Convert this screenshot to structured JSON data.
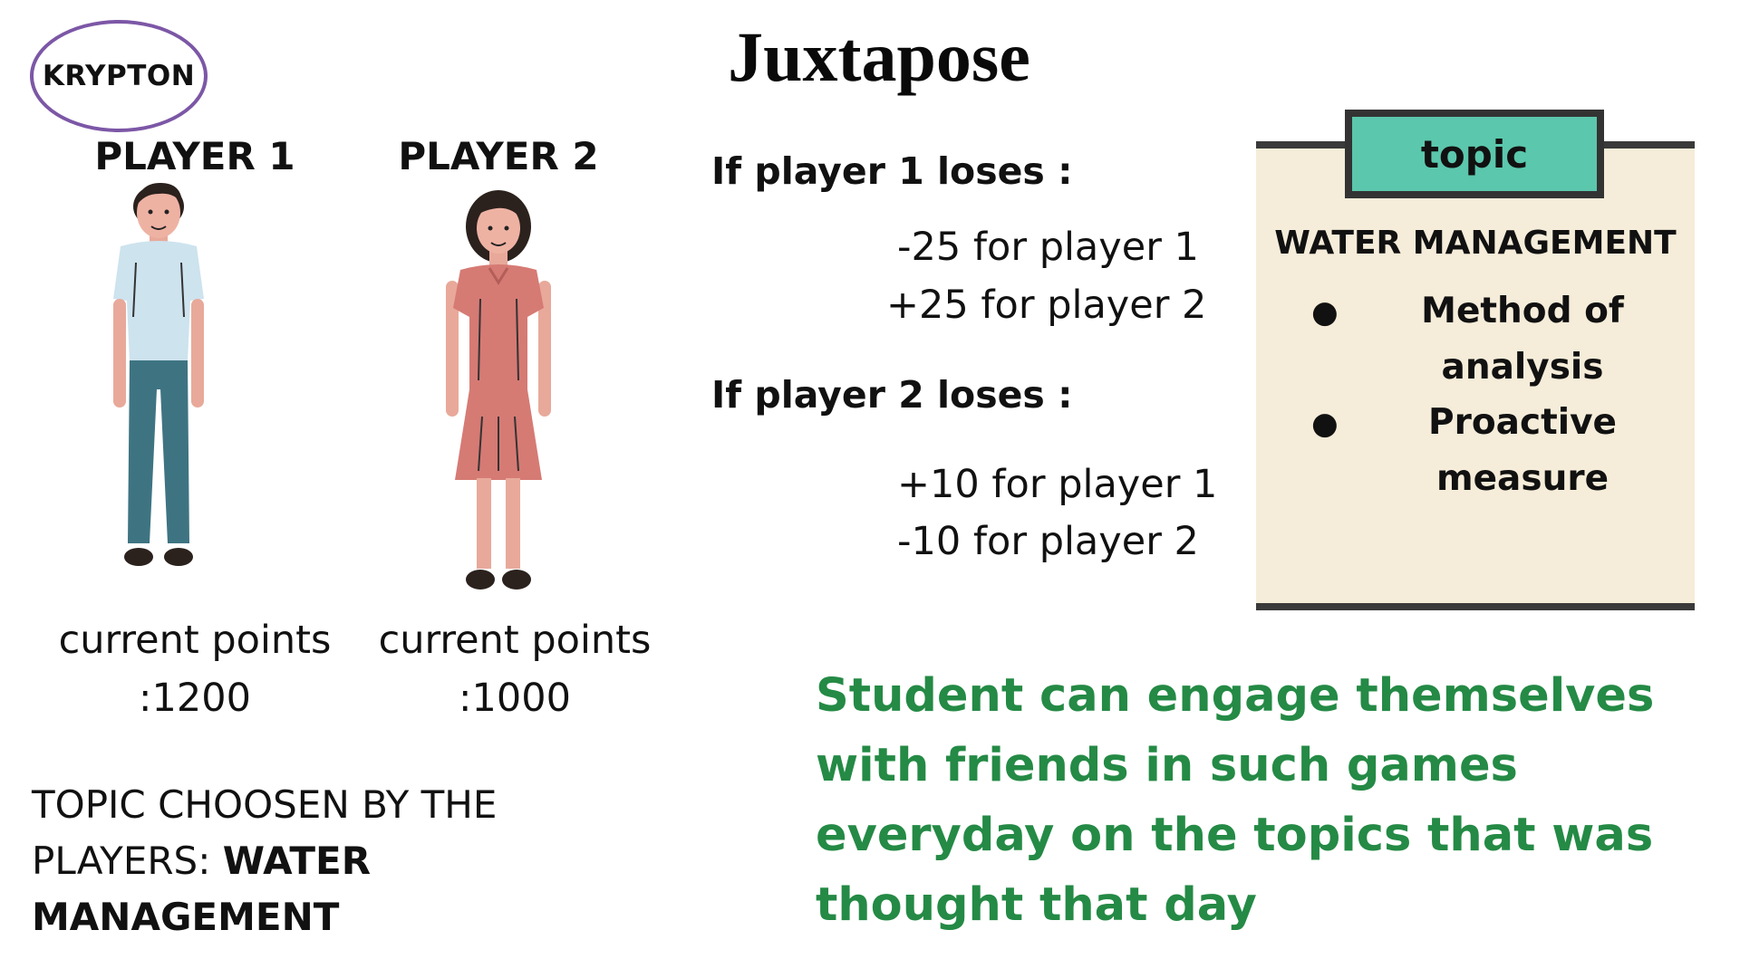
{
  "title": "Juxtapose",
  "logo": {
    "text": "KRYPTON"
  },
  "players": [
    {
      "label": "PLAYER 1",
      "points_label": "current points",
      "points_value": ":1200"
    },
    {
      "label": "PLAYER 2",
      "points_label": "current points",
      "points_value": ":1000"
    }
  ],
  "topic_chosen": {
    "prefix": "TOPIC CHOOSEN BY THE PLAYERS: ",
    "value": "WATER MANAGEMENT"
  },
  "rules": [
    {
      "heading": "If player 1 loses :",
      "lines": [
        "-25 for player 1",
        "+25 for player 2"
      ]
    },
    {
      "heading": "If player 2 loses :",
      "lines": [
        "+10 for player 1",
        "-10 for player 2"
      ]
    }
  ],
  "topic_card": {
    "tab_label": "topic",
    "title": "WATER MANAGEMENT",
    "items": [
      "Method of analysis",
      "Proactive measure"
    ]
  },
  "message": "Student can engage themselves with friends in such games everyday on the topics that was thought that day",
  "colors": {
    "logo_ring": "#7c57a6",
    "tab": "#5bc7ac",
    "card": "#f5ecd9",
    "message": "#248a45"
  }
}
